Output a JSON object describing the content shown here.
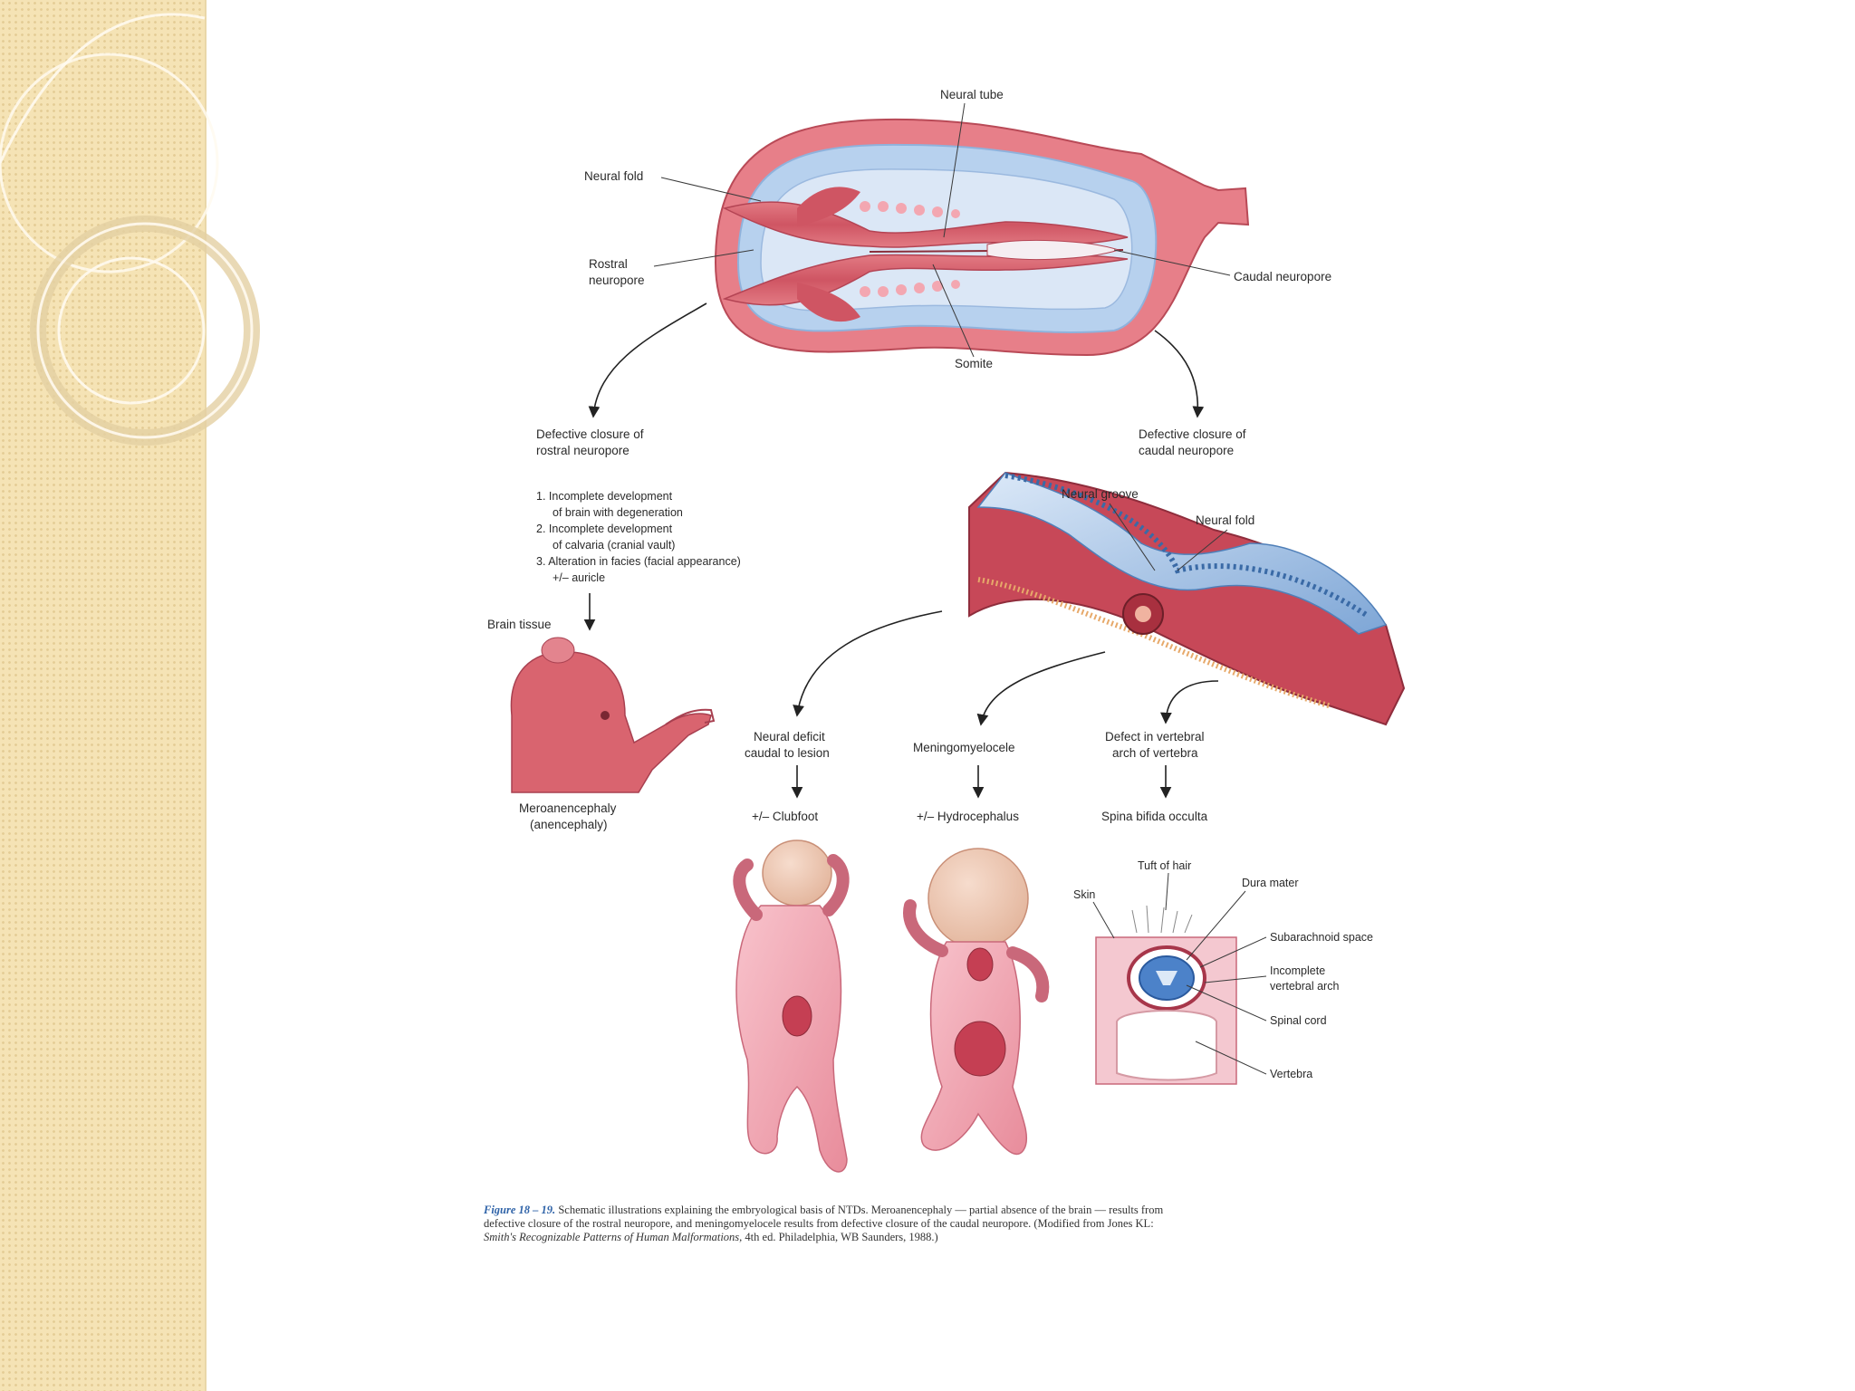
{
  "slide": {
    "colors": {
      "sidebar": "#f5e3b5",
      "tissue": "#d9636f",
      "membrane": "#a8c6e8",
      "skin": "#f4a9b4"
    }
  },
  "diagram": {
    "top": {
      "neural_tube": "Neural tube",
      "neural_fold": "Neural fold",
      "rostral_neuropore_line1": "Rostral",
      "rostral_neuropore_line2": "neuropore",
      "caudal_neuropore": "Caudal neuropore",
      "somite": "Somite"
    },
    "left_branch": {
      "title_line1": "Defective closure of",
      "title_line2": "rostral neuropore",
      "list": [
        "1. Incomplete development",
        "of brain with degeneration",
        "2. Incomplete development",
        "of calvaria (cranial vault)",
        "3. Alteration in facies (facial appearance)",
        "+/– auricle"
      ],
      "brain_tissue": "Brain tissue",
      "result_line1": "Meroanencephaly",
      "result_line2": "(anencephaly)"
    },
    "right_branch": {
      "title_line1": "Defective closure of",
      "title_line2": "caudal neuropore",
      "neural_groove": "Neural groove",
      "neural_fold": "Neural fold"
    },
    "outcomes": [
      {
        "line1": "Neural deficit",
        "line2": "caudal to lesion",
        "result": "+/– Clubfoot"
      },
      {
        "line1": "Meningomyelocele",
        "line2": "",
        "result": "+/– Hydrocephalus"
      },
      {
        "line1": "Defect in vertebral",
        "line2": "arch of vertebra",
        "result": "Spina bifida occulta"
      }
    ],
    "cross_section": {
      "tuft_of_hair": "Tuft of hair",
      "dura_mater": "Dura mater",
      "skin": "Skin",
      "subarachnoid_space": "Subarachnoid space",
      "incomplete_arch_line1": "Incomplete",
      "incomplete_arch_line2": "vertebral arch",
      "spinal_cord": "Spinal cord",
      "vertebra": "Vertebra"
    },
    "caption": {
      "figure": "Figure 18 – 19.",
      "line1": "Schematic illustrations explaining the embryological basis of NTDs. Meroanencephaly — partial absence of the brain — results from",
      "line2": "defective closure of the rostral neuropore, and meningomyelocele results from defective closure of the caudal neuropore. (Modified from Jones KL:",
      "book": "Smith's Recognizable Patterns of Human Malformations,",
      "line3_rest": "4th ed. Philadelphia, WB Saunders, 1988.)"
    }
  }
}
